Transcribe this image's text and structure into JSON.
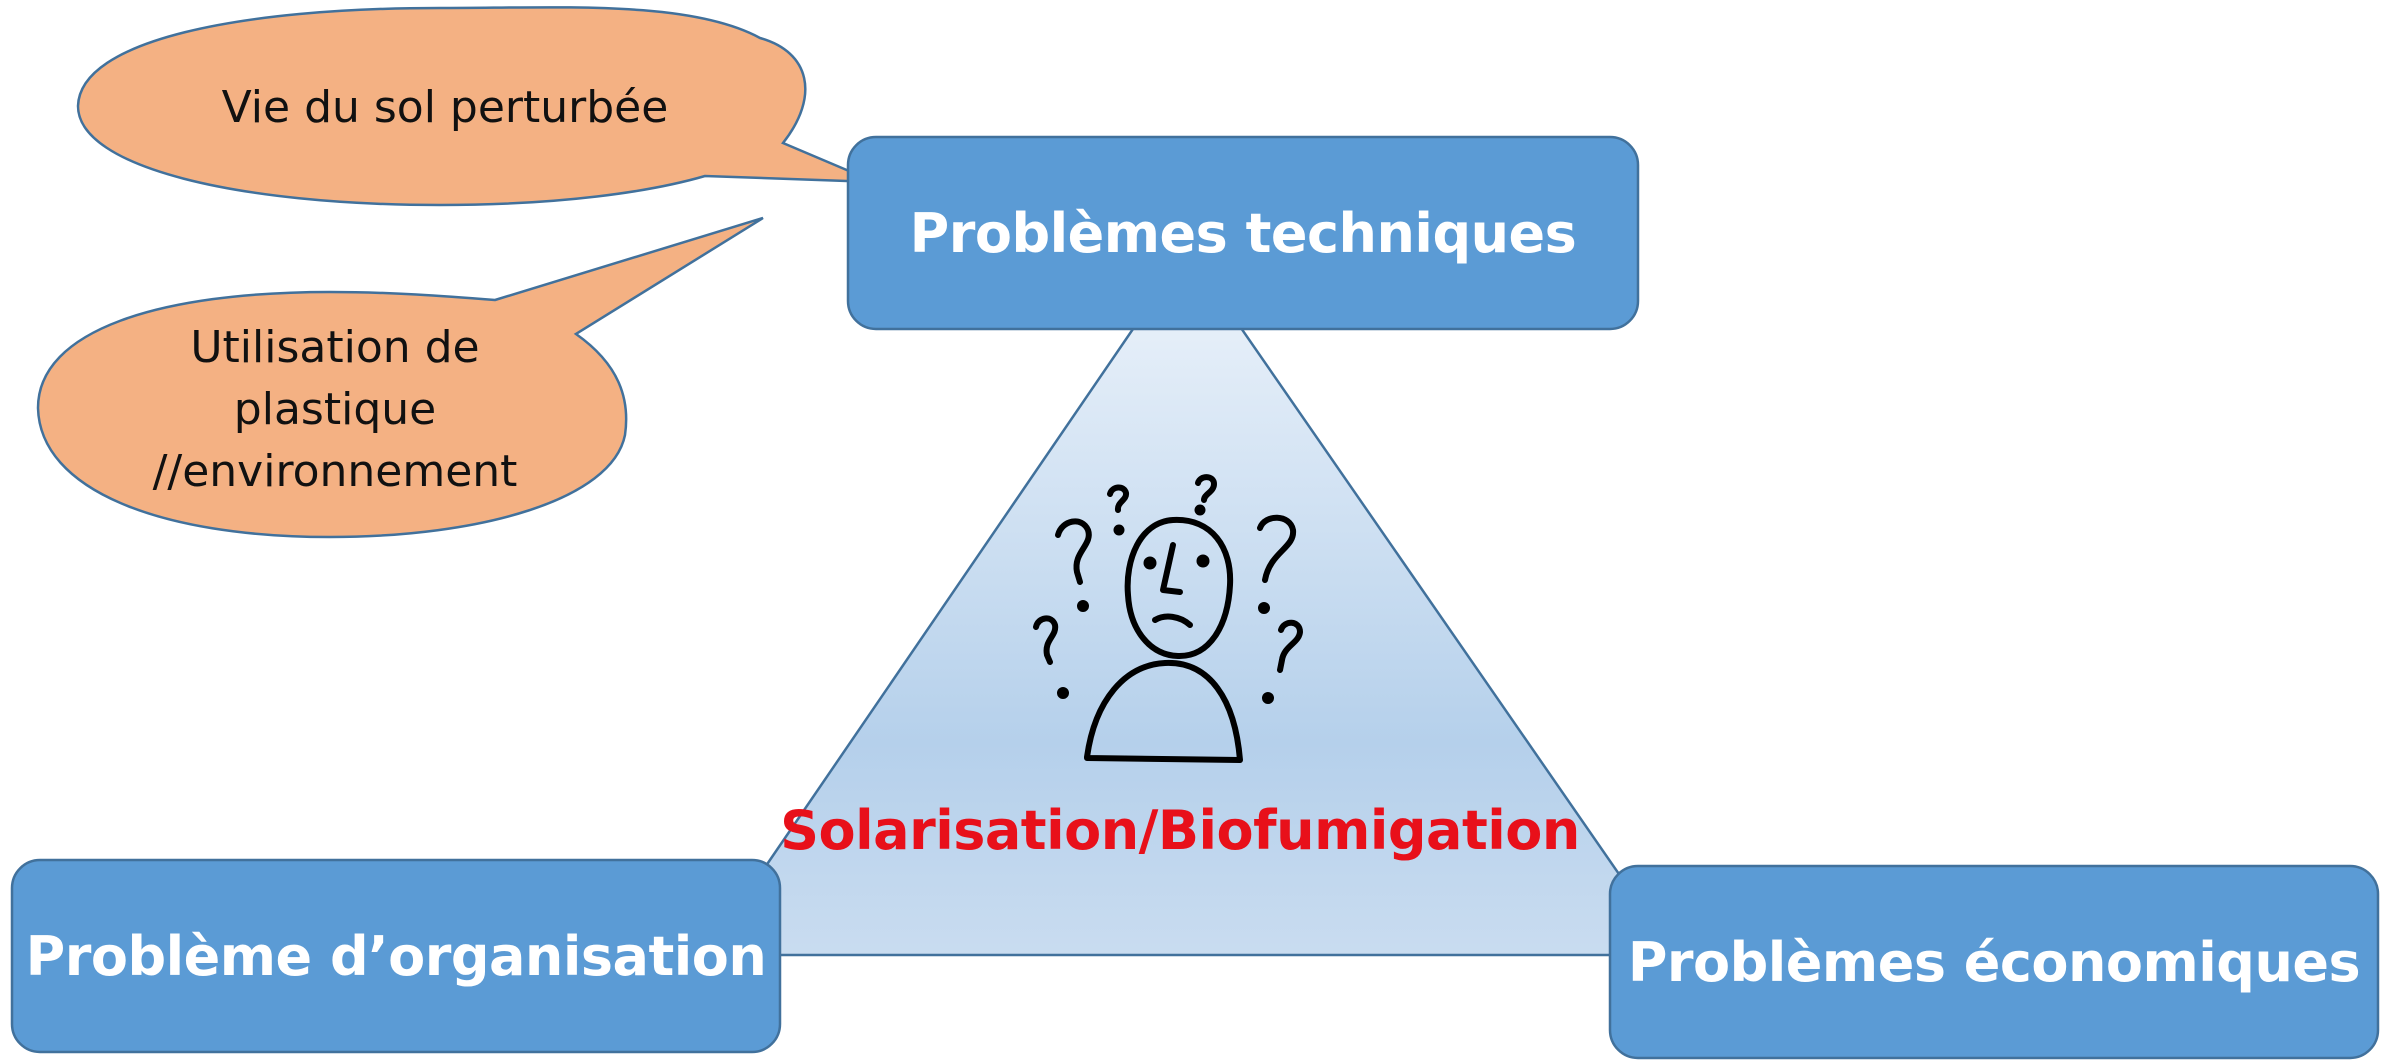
{
  "diagram": {
    "center_label": "Solarisation/Biofumigation",
    "center_icon": "confused-person-icon",
    "boxes": {
      "top": "Problèmes techniques",
      "left": "Problème d’organisation",
      "right": "Problèmes économiques"
    },
    "bubbles": [
      {
        "lines": [
          "Vie du sol perturbée"
        ]
      },
      {
        "lines": [
          "Utilisation de",
          "plastique",
          "//environnement"
        ]
      }
    ]
  },
  "colors": {
    "box_fill": "#5b9bd5",
    "box_stroke": "#41719c",
    "bubble_fill": "#f4b183",
    "bubble_stroke": "#41719c",
    "triangle_top": "#eef4fb",
    "triangle_bottom": "#b5d0eb",
    "center_text": "#e8101a"
  }
}
